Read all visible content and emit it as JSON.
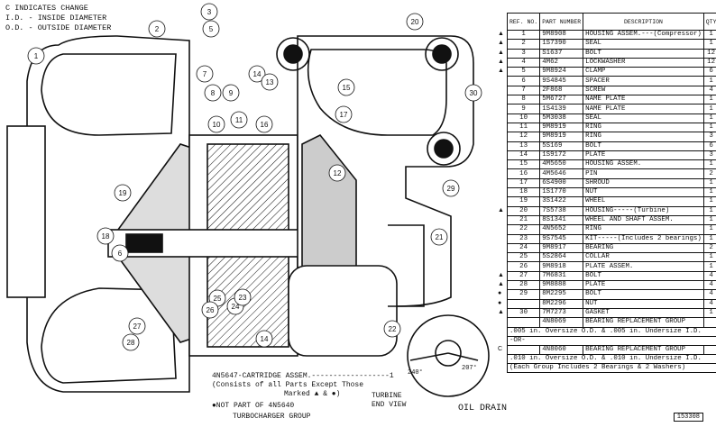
{
  "legend": {
    "line1": "C INDICATES CHANGE",
    "line2": "I.D. - INSIDE DIAMETER",
    "line3": "O.D. - OUTSIDE DIAMETER"
  },
  "notes": {
    "cartridge": "4N5647-CARTRIDGE ASSEM.------------------1",
    "cartridge2": "(Consists of all Parts Except Those",
    "cartridge3": "Marked ▲ & ●)",
    "not_part": "●NOT PART OF 4N5640",
    "group": "TURBOCHARGER GROUP",
    "turbine_view": "TURBINE",
    "turbine_view2": "END VIEW",
    "oil_drain": "OIL DRAIN",
    "angle1": "240°",
    "angle2": "207°",
    "fig": "153308"
  },
  "table": {
    "headers": {
      "ref": "REF. NO.",
      "part": "PART NUMBER",
      "desc": "DESCRIPTION",
      "qty": "QTY"
    },
    "rows": [
      {
        "mark": "▲",
        "ref": "1",
        "pn": "9M8908",
        "desc": "HOUSING ASSEM.---(Compressor)",
        "qty": "1"
      },
      {
        "mark": "▲",
        "ref": "2",
        "pn": "1S7390",
        "desc": "SEAL",
        "qty": "1"
      },
      {
        "mark": "▲",
        "ref": "3",
        "pn": "S1637",
        "desc": "BOLT",
        "qty": "12"
      },
      {
        "mark": "▲",
        "ref": "4",
        "pn": "4M62",
        "desc": "LOCKWASHER",
        "qty": "12"
      },
      {
        "mark": "▲",
        "ref": "5",
        "pn": "9M8924",
        "desc": "CLAMP",
        "qty": "6"
      },
      {
        "mark": "",
        "ref": "6",
        "pn": "9S4845",
        "desc": "SPACER",
        "qty": "1"
      },
      {
        "mark": "",
        "ref": "7",
        "pn": "2F868",
        "desc": "SCREW",
        "qty": "4"
      },
      {
        "mark": "",
        "ref": "8",
        "pn": "5M6727",
        "desc": "NAME PLATE",
        "qty": "1"
      },
      {
        "mark": "",
        "ref": "9",
        "pn": "1S4139",
        "desc": "NAME PLATE",
        "qty": "1"
      },
      {
        "mark": "",
        "ref": "10",
        "pn": "5M3038",
        "desc": "SEAL",
        "qty": "1"
      },
      {
        "mark": "",
        "ref": "11",
        "pn": "9M8919",
        "desc": "RING",
        "qty": "1"
      },
      {
        "mark": "",
        "ref": "12",
        "pn": "9M8919",
        "desc": "RING",
        "qty": "3"
      },
      {
        "mark": "",
        "ref": "13",
        "pn": "5S169",
        "desc": "BOLT",
        "qty": "6"
      },
      {
        "mark": "",
        "ref": "14",
        "pn": "1S9172",
        "desc": "PLATE",
        "qty": "3"
      },
      {
        "mark": "",
        "ref": "15",
        "pn": "4M5650",
        "desc": "HOUSING ASSEM.",
        "qty": "1"
      },
      {
        "mark": "",
        "ref": "16",
        "pn": "4M5646",
        "desc": "    PIN",
        "qty": "2"
      },
      {
        "mark": "",
        "ref": "17",
        "pn": "6S4900",
        "desc": "SHROUD",
        "qty": "1"
      },
      {
        "mark": "",
        "ref": "18",
        "pn": "1S1770",
        "desc": "NUT",
        "qty": "1"
      },
      {
        "mark": "",
        "ref": "19",
        "pn": "3S1422",
        "desc": "WHEEL",
        "qty": "1"
      },
      {
        "mark": "▲",
        "ref": "20",
        "pn": "7S5738",
        "desc": "HOUSING-----(Turbine)",
        "qty": "1"
      },
      {
        "mark": "",
        "ref": "21",
        "pn": "8S1341",
        "desc": "WHEEL AND SHAFT ASSEM.",
        "qty": "1"
      },
      {
        "mark": "",
        "ref": "22",
        "pn": "4N5652",
        "desc": "RING",
        "qty": "1"
      },
      {
        "mark": "",
        "ref": "23",
        "pn": "9S7545",
        "desc": "KIT-----(Includes 2 bearings)",
        "qty": "1"
      },
      {
        "mark": "",
        "ref": "24",
        "pn": "9M8917",
        "desc": "BEARING",
        "qty": "2"
      },
      {
        "mark": "",
        "ref": "25",
        "pn": "5S2864",
        "desc": "COLLAR",
        "qty": "1"
      },
      {
        "mark": "",
        "ref": "26",
        "pn": "9M8918",
        "desc": "PLATE ASSEM.",
        "qty": "1"
      },
      {
        "mark": "▲",
        "ref": "27",
        "pn": "7M6831",
        "desc": "BOLT",
        "qty": "4"
      },
      {
        "mark": "▲",
        "ref": "28",
        "pn": "9M8888",
        "desc": "PLATE",
        "qty": "4"
      },
      {
        "mark": "●",
        "ref": "29",
        "pn": "8M2295",
        "desc": "BOLT",
        "qty": "4"
      },
      {
        "mark": "●",
        "ref": "",
        "pn": "8M2296",
        "desc": "NUT",
        "qty": "4"
      },
      {
        "mark": "▲",
        "ref": "30",
        "pn": "7M7273",
        "desc": "GASKET",
        "qty": "1"
      },
      {
        "mark": "",
        "ref": "",
        "pn": "4N8069",
        "desc": "BEARING REPLACEMENT GROUP",
        "qty": ""
      }
    ],
    "note1": ".005 in. Oversize O.D. & .005 in. Undersize I.D.",
    "note_or": "-OR-",
    "row_last": {
      "mark": "C",
      "ref": "",
      "pn": "4N8060",
      "desc": "BEARING REPLACEMENT GROUP",
      "qty": ""
    },
    "note2": ".010 in. Oversize O.D. & .010 in. Undersize I.D.",
    "note3": "(Each Group Includes 2 Bearings & 2 Washers)"
  }
}
